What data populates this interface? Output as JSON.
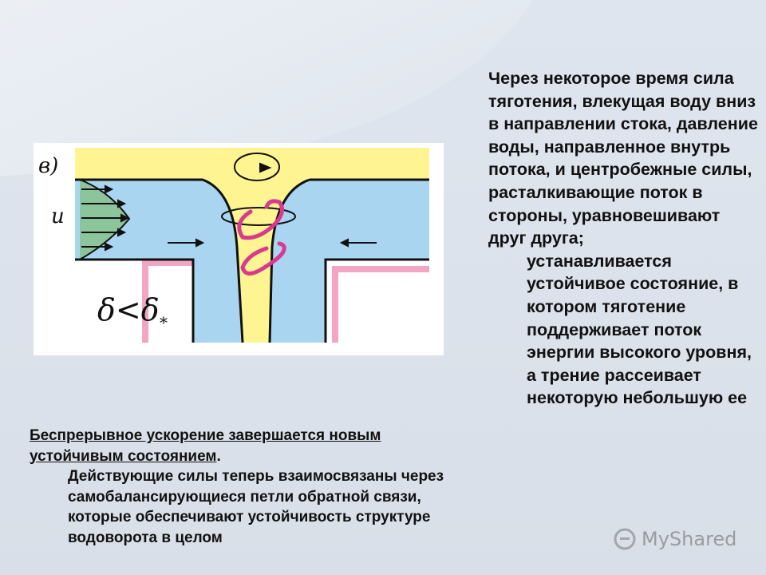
{
  "figure": {
    "panel_label": "в)",
    "velocity_label": "u",
    "condition_label": "δ<δ",
    "condition_sub": "*"
  },
  "right_text": {
    "main": "Через некоторое время сила тяготения, влекущая воду вниз в направлении стока, давление воды, направленное внутрь потока, и центробежные силы, расталкивающие поток в стороны, уравновешивают друг друга;",
    "sub": "устанавливается устойчивое состояние, в котором тяготение поддерживает поток энергии высокого уровня, а трение рассеивает некоторую небольшую ее"
  },
  "bottom_text": {
    "heading": "Беспрерывное ускорение завершается новым устойчивым состоянием",
    "heading_end": ".",
    "body": "Действующие силы теперь взаимосвязаны через самобалансирующиеся петли обратной связи, которые обеспечивают устойчивость структуре водоворота в целом"
  },
  "watermark": {
    "text": "MyShared"
  },
  "colors": {
    "yellow": "#fef491",
    "blue": "#a9d5f0",
    "pink": "#f2a6c3",
    "green": "#8cc59c",
    "helix": "#d83a8e"
  }
}
